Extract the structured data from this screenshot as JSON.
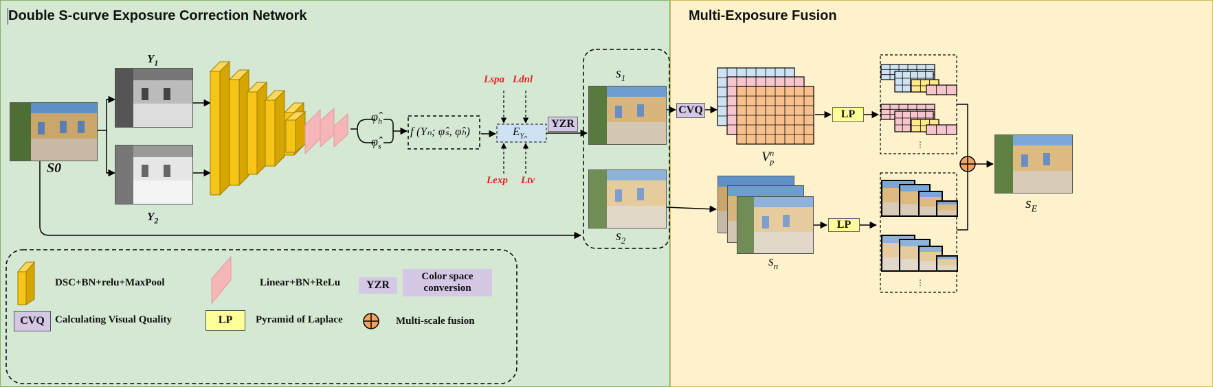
{
  "left_panel": {
    "title": "Double S-curve Exposure Correction Network"
  },
  "right_panel": {
    "title": "Multi-Exposure Fusion"
  },
  "images": {
    "s0": "S0",
    "s0_sub": "0",
    "y1": "Y",
    "y1_sub": "1",
    "y2": "Y",
    "y2_sub": "2",
    "s1": "s",
    "s1_sub": "1",
    "s2": "s",
    "s2_sub": "2",
    "sn": "s",
    "sn_sub": "n",
    "se": "s",
    "se_sub": "E",
    "vp": "V",
    "vp_sub": "p",
    "vp_sup": "n"
  },
  "math": {
    "phi_h": "φ̂",
    "phi_h_sub": "h",
    "phi_s": "φ̂",
    "phi_s_sub": "s",
    "func": "f (Yₙ; φ̂ₛ, φ̂ₕ)",
    "e_y": "E",
    "e_y_sub": "Yₙ"
  },
  "losses": {
    "lspa": "Lspa",
    "ldnl": "Ldnl",
    "lexp": "Lexp",
    "ltv": "Ltv"
  },
  "tags": {
    "yzr": "YZR",
    "cvq": "CVQ",
    "lp": "LP"
  },
  "ellipsis": "⋮",
  "legend": {
    "conv": "DSC+BN+relu+MaxPool",
    "linear": "Linear+BN+ReLu",
    "yzr_tag": "YZR",
    "color_space": "Color space conversion",
    "cvq_tag": "CVQ",
    "cvq_desc": "Calculating Visual Quality",
    "lp_tag": "LP",
    "lp_desc": "Pyramid of Laplace",
    "fusion_desc": "Multi-scale fusion"
  },
  "colors": {
    "left_bg": "#d5e8d4",
    "right_bg": "#fef2cc",
    "conv_yellow": "#f5c518",
    "linear_pink": "#f4b6b6",
    "tag_purple": "#d4c8e6",
    "tag_yellow": "#ffff99",
    "grid_blue": "#cfe2f3",
    "grid_orange": "#f8c08c",
    "grid_pink": "#f6c6cc",
    "grid_yellow": "#ffe98a",
    "loss_red": "#e32323",
    "fusion_orange": "#f4a460"
  }
}
